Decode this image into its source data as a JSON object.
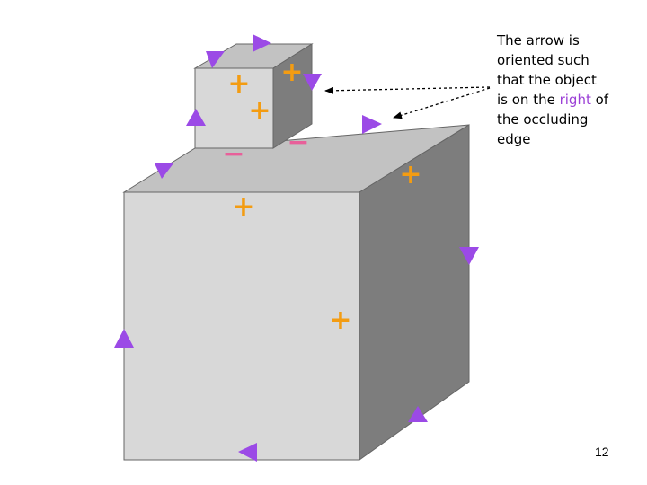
{
  "caption": {
    "line1": "The arrow is",
    "line2": "oriented such",
    "line3": "that the object",
    "line4_before": "is on the ",
    "line4_highlight": "right",
    "line4_after": " of",
    "line5": "the occluding",
    "line6": "edge"
  },
  "labels": {
    "plus": "+",
    "minus": "−"
  },
  "page_number": "12",
  "colors": {
    "arrow": "#9b4ae6",
    "plus": "#f39c12",
    "minus": "#e8609a",
    "front_face": "#d8d8d8",
    "top_face": "#c2c2c2",
    "side_face": "#7d7d7d",
    "edge": "#666666",
    "highlight_text": "#9b3fd6"
  }
}
